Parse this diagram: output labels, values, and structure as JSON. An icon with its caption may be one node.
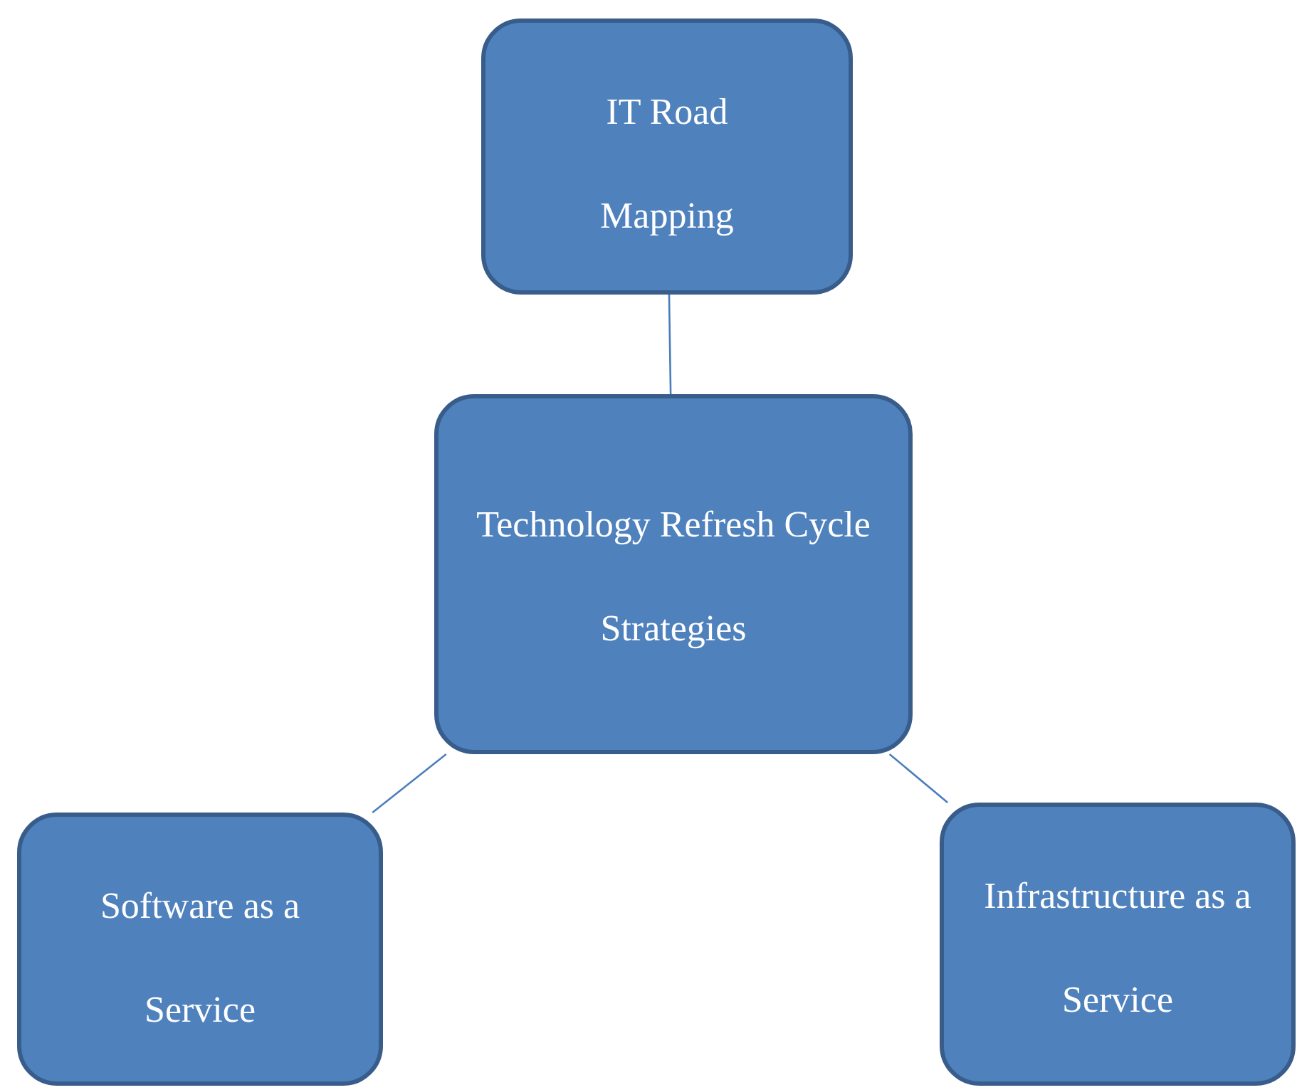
{
  "diagram": {
    "nodes": [
      {
        "text": [
          "IT Road Mapping"
        ]
      },
      {
        "text": [
          "Technology Refresh Cycle Strategies"
        ]
      },
      {
        "text": [
          "Software as a Service"
        ]
      },
      {
        "text": [
          "Infrastructure as a Service"
        ]
      }
    ],
    "edges": [
      {
        "from": 0,
        "to": 1,
        "arrow": "none"
      },
      {
        "from": 1,
        "to": 2,
        "arrow": "none"
      },
      {
        "from": 1,
        "to": 3,
        "arrow": "none"
      }
    ]
  }
}
